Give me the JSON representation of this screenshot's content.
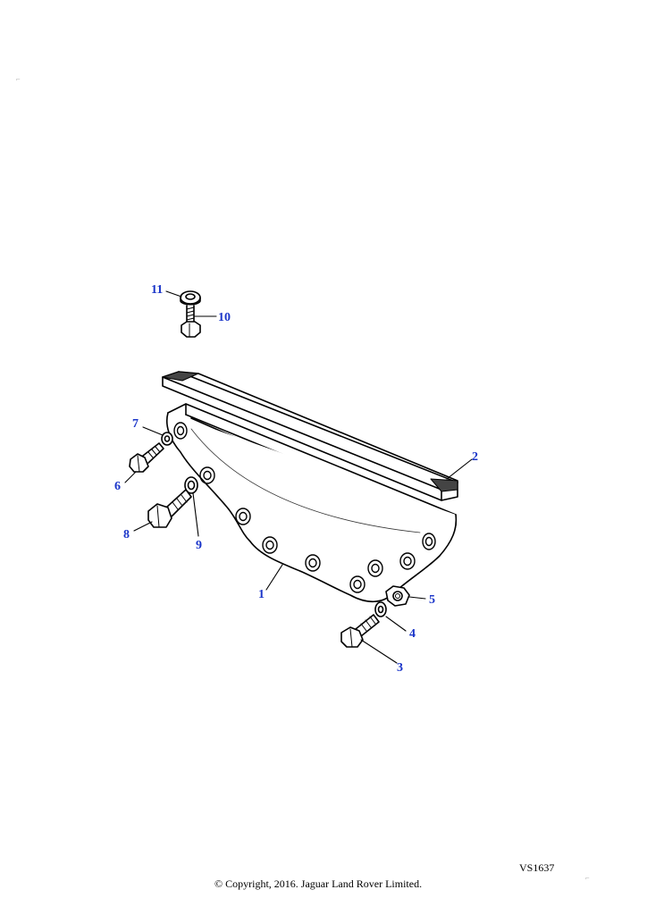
{
  "callouts": {
    "c1": "1",
    "c2": "2",
    "c3": "3",
    "c4": "4",
    "c5": "5",
    "c6": "6",
    "c7": "7",
    "c8": "8",
    "c9": "9",
    "c10": "10",
    "c11": "11"
  },
  "footer": {
    "copyright": "© Copyright, 2016. Jaguar Land Rover Limited.",
    "diagram_ref": "VS1637"
  },
  "colors": {
    "callout": "#1a35c9",
    "line": "#000000"
  }
}
